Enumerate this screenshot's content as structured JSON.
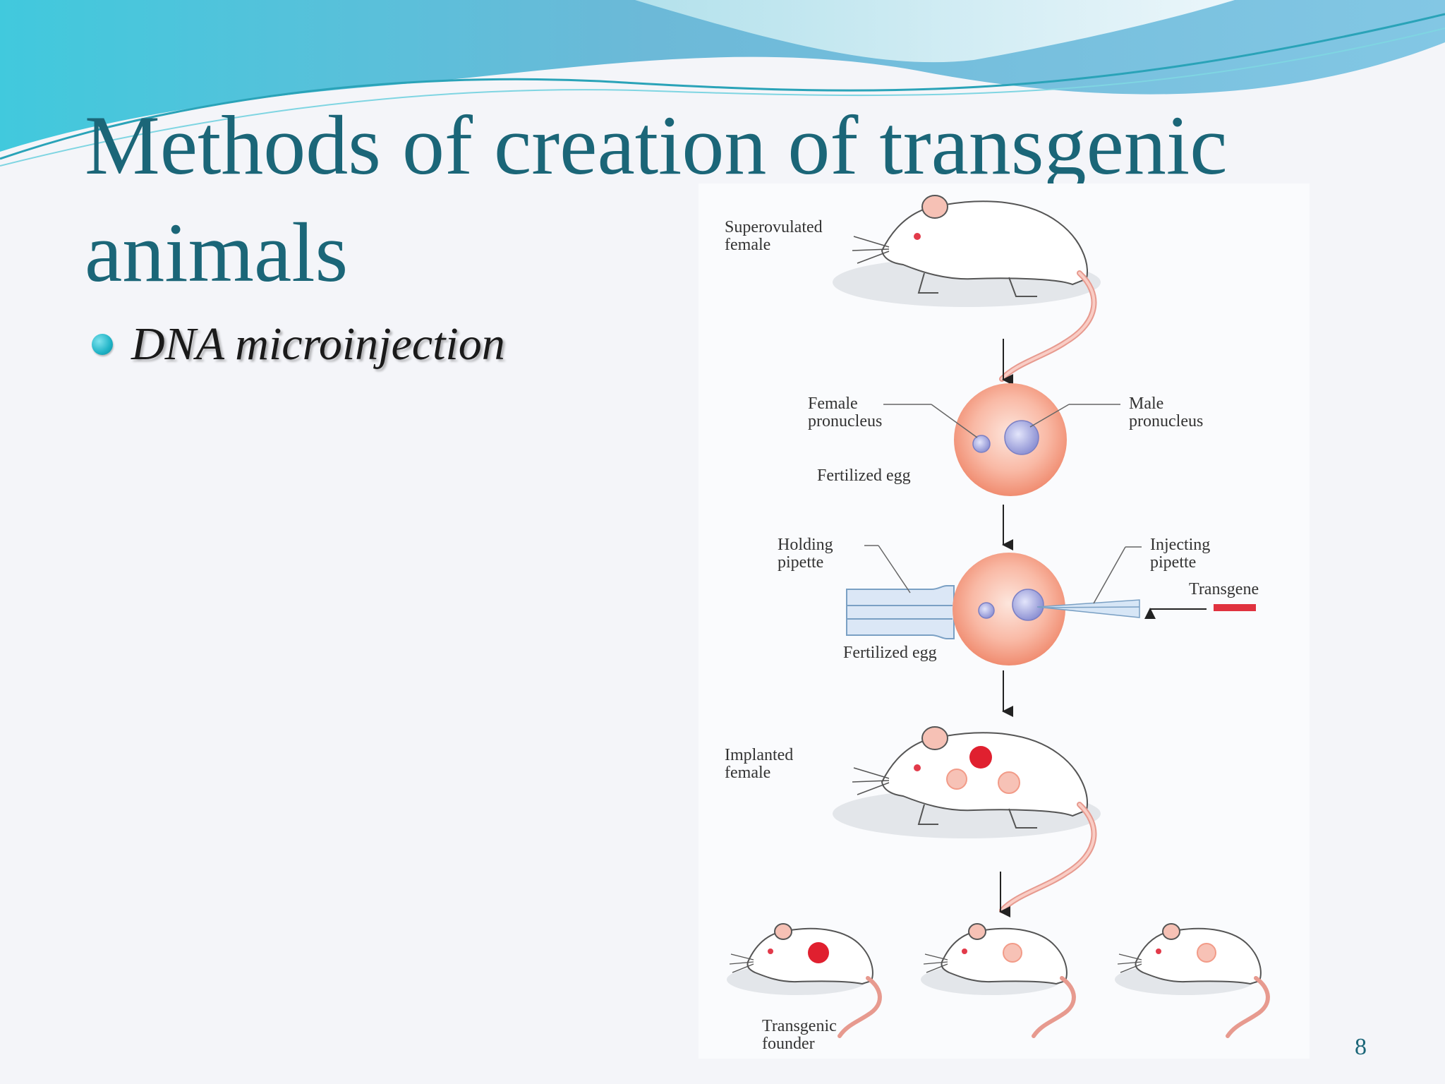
{
  "slide": {
    "title": "Methods of creation of transgenic animals",
    "bullets": [
      "DNA microinjection"
    ],
    "page_number": "8"
  },
  "figure": {
    "labels": {
      "superovulated_female": "Superovulated female",
      "female_pronucleus": "Female pronucleus",
      "male_pronucleus": "Male pronucleus",
      "fertilized_egg_1": "Fertilized egg",
      "holding_pipette": "Holding pipette",
      "injecting_pipette": "Injecting pipette",
      "transgene": "Transgene",
      "fertilized_egg_2": "Fertilized egg",
      "implanted_female": "Implanted female",
      "transgenic_founder": "Transgenic founder"
    }
  },
  "colors": {
    "title": "#1b6678",
    "bullet": "#1fb3c6",
    "egg": "#f6a58e",
    "pronucleus": "#9fa3de",
    "transgene": "#e0323f",
    "marker_strong": "#e0202f",
    "marker_light": "#f7c2b6"
  }
}
